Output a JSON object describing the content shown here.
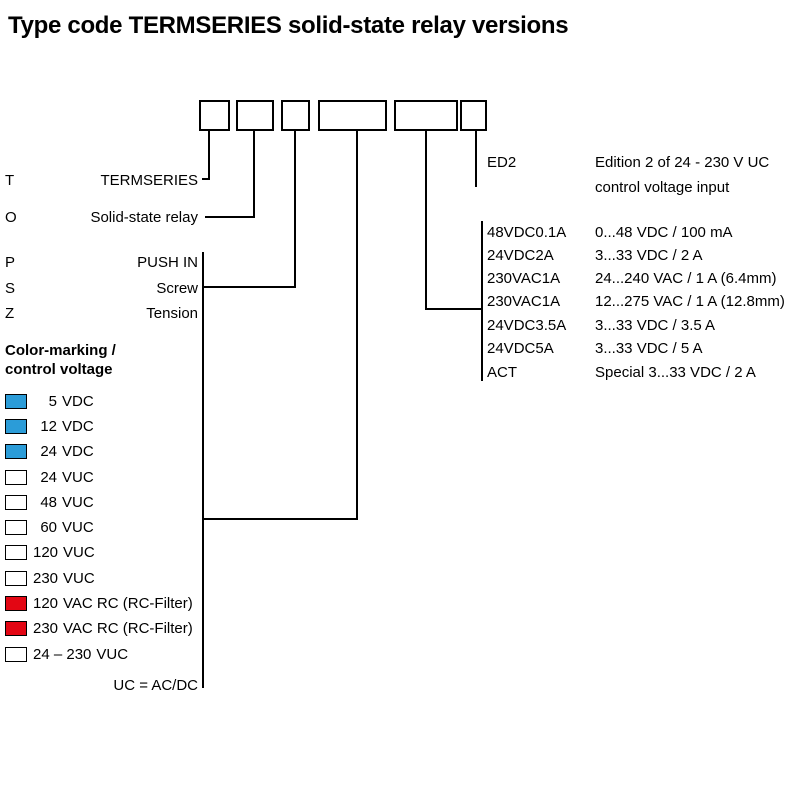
{
  "title": "Type code TERMSERIES solid-state relay versions",
  "colors": {
    "blue": "#2b9cd8",
    "red": "#e30613",
    "white": "#ffffff",
    "line": "#000000"
  },
  "left": {
    "rows": [
      {
        "code": "T",
        "label": "TERMSERIES"
      },
      {
        "code": "O",
        "label": "Solid-state relay"
      },
      {
        "code": "P",
        "label": "PUSH IN"
      },
      {
        "code": "S",
        "label": "Screw"
      },
      {
        "code": "Z",
        "label": "Tension"
      }
    ],
    "legend_heading_line1": "Color-marking /",
    "legend_heading_line2": "control voltage",
    "legend": [
      {
        "value": "5",
        "unit": "VDC",
        "color": "blue"
      },
      {
        "value": "12",
        "unit": "VDC",
        "color": "blue"
      },
      {
        "value": "24",
        "unit": "VDC",
        "color": "blue"
      },
      {
        "value": "24",
        "unit": "VUC",
        "color": "white"
      },
      {
        "value": "48",
        "unit": "VUC",
        "color": "white"
      },
      {
        "value": "60",
        "unit": "VUC",
        "color": "white"
      },
      {
        "value": "120",
        "unit": "VUC",
        "color": "white"
      },
      {
        "value": "230",
        "unit": "VUC",
        "color": "white"
      },
      {
        "value": "120",
        "unit": "VAC RC (RC-Filter)",
        "color": "red"
      },
      {
        "value": "230",
        "unit": "VAC RC (RC-Filter)",
        "color": "red"
      },
      {
        "value": "24 – 230",
        "unit": "VUC",
        "color": "white"
      }
    ],
    "legend_note": "UC = AC/DC"
  },
  "right": {
    "ed2": {
      "code": "ED2",
      "description_line1": "Edition 2 of 24 - 230 V UC",
      "description_line2": "control voltage input"
    },
    "options": [
      {
        "code": "48VDC0.1A",
        "description": "0...48 VDC / 100 mA"
      },
      {
        "code": "24VDC2A",
        "description": "3...33 VDC / 2 A"
      },
      {
        "code": "230VAC1A",
        "description": "24...240 VAC / 1 A (6.4mm)"
      },
      {
        "code": "230VAC1A",
        "description": "12...275 VAC / 1 A (12.8mm)"
      },
      {
        "code": "24VDC3.5A",
        "description": "3...33 VDC / 3.5 A"
      },
      {
        "code": "24VDC5A",
        "description": "3...33 VDC / 5 A"
      },
      {
        "code": "ACT",
        "description": "Special 3...33 VDC / 2 A"
      }
    ]
  }
}
